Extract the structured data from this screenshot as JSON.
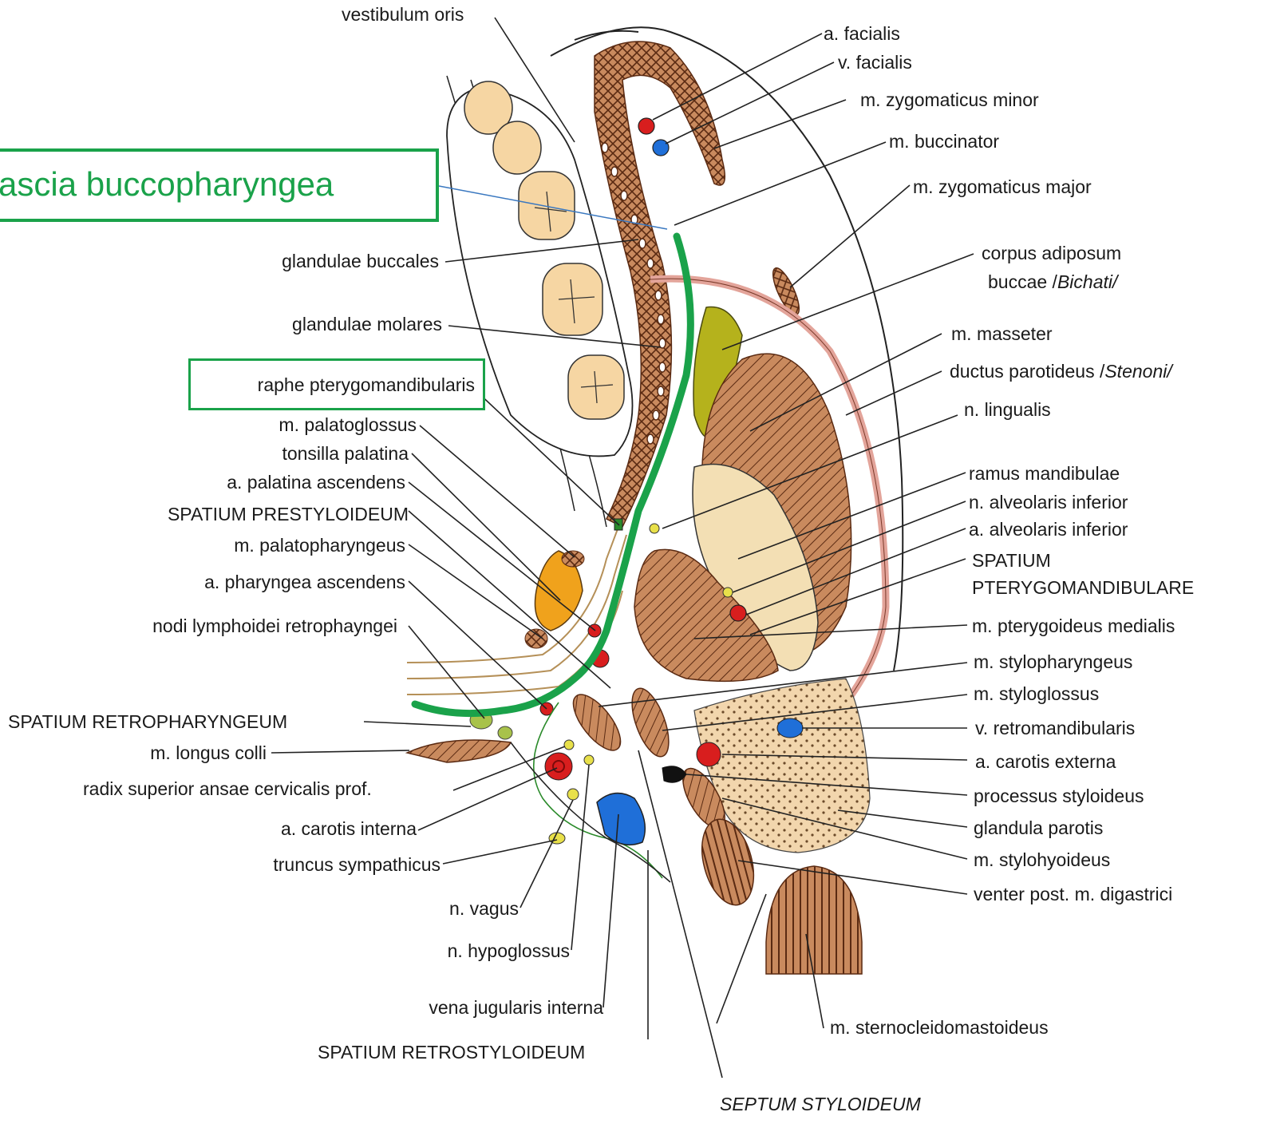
{
  "highlight": {
    "main_label": "ascia buccopharyngea",
    "highlight_color": "#1aa24a"
  },
  "labels_left": {
    "vestibulum_oris": "vestibulum oris",
    "glandulae_buccales": "glandulae buccales",
    "glandulae_molares": "glandulae molares",
    "raphe_pterygomandibularis": "raphe pterygomandibularis",
    "m_palatoglossus": "m. palatoglossus",
    "tonsilla_palatina": "tonsilla palatina",
    "a_palatina_ascendens": "a. palatina ascendens",
    "spatium_prestyloideum": "SPATIUM PRESTYLOIDEUM",
    "m_palatopharyngeus": "m. palatopharyngeus",
    "a_pharyngea_ascendens": "a. pharyngea ascendens",
    "nodi_lymphoidei": "nodi lymphoidei retrophayngei",
    "spatium_retropharyngeum": "SPATIUM RETROPHARYNGEUM",
    "m_longus_colli": "m. longus colli",
    "radix_superior": "radix superior ansae cervicalis prof.",
    "a_carotis_interna": "a. carotis interna",
    "truncus_sympathicus": "truncus sympathicus",
    "n_vagus": "n. vagus",
    "n_hypoglossus": "n. hypoglossus",
    "vena_jugularis_interna": "vena jugularis interna",
    "spatium_retrostyloideum": "SPATIUM RETROSTYLOIDEUM",
    "septum_styloideum": "SEPTUM STYLOIDEUM"
  },
  "labels_right": {
    "a_facialis": "a. facialis",
    "v_facialis": "v. facialis",
    "m_zygomaticus_minor": "m. zygomaticus minor",
    "m_buccinator": "m. buccinator",
    "m_zygomaticus_major": "m. zygomaticus major",
    "corpus_adiposum_1": "corpus adiposum",
    "corpus_adiposum_2a": "buccae /",
    "corpus_adiposum_2b": "Bichati/",
    "m_masseter": "m. masseter",
    "ductus_parotideus_a": "ductus parotideus /",
    "ductus_parotideus_b": "Stenoni/",
    "n_lingualis": "n. lingualis",
    "ramus_mandibulae": "ramus mandibulae",
    "n_alveolaris_inferior": "n. alveolaris inferior",
    "a_alveolaris_inferior": "a. alveolaris inferior",
    "spatium_ptm_1": "SPATIUM",
    "spatium_ptm_2": "PTERYGOMANDIBULARE",
    "m_pterygoideus_medialis": "m. pterygoideus medialis",
    "m_stylopharyngeus": "m. stylopharyngeus",
    "m_styloglossus": "m. styloglossus",
    "v_retromandibularis": "v. retromandibularis",
    "a_carotis_externa": "a. carotis externa",
    "processus_styloideus": "processus styloideus",
    "glandula_parotis": "glandula parotis",
    "m_stylohyoideus": "m. stylohyoideus",
    "venter_post": "venter post. m. digastrici",
    "m_sternocleidomastoideus": "m. sternocleidomastoideus"
  },
  "colors": {
    "muscle": "#c98a5e",
    "muscle_hatch": "#5a2a12",
    "tooth": "#f6d6a3",
    "fat": "#b5b21c",
    "bone": "#f3dfb4",
    "parotid": "#f2d6ad",
    "tonsil": "#f0a21c",
    "artery": "#d81e1e",
    "vein": "#1f6fd8",
    "nerve": "#e8e04a",
    "duct": "#e3a49a",
    "lymph": "#a8c24a"
  }
}
